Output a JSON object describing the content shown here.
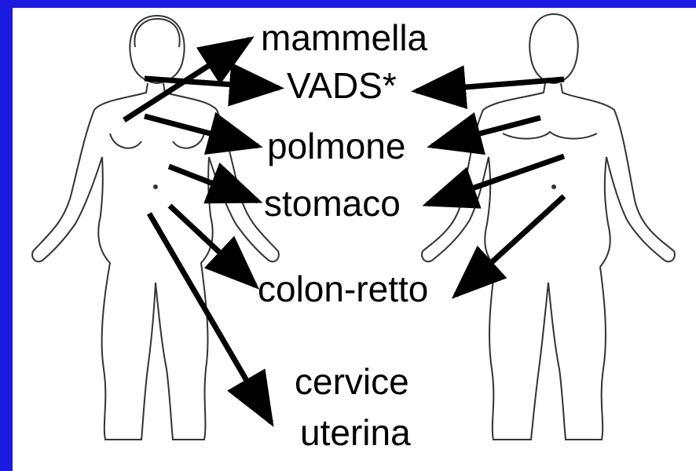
{
  "colors": {
    "background": "#1a1ae0",
    "panel": "#ffffff",
    "arrow": "#000000",
    "outline": "#333333"
  },
  "labels": {
    "breast": "mammella",
    "vads": "VADS*",
    "lung": "polmone",
    "stomach": "stomaco",
    "colon": "colon-retto",
    "cervix_line1": "cervice",
    "cervix_line2": "uterina"
  },
  "figures": [
    "female-body-outline",
    "male-body-outline"
  ]
}
